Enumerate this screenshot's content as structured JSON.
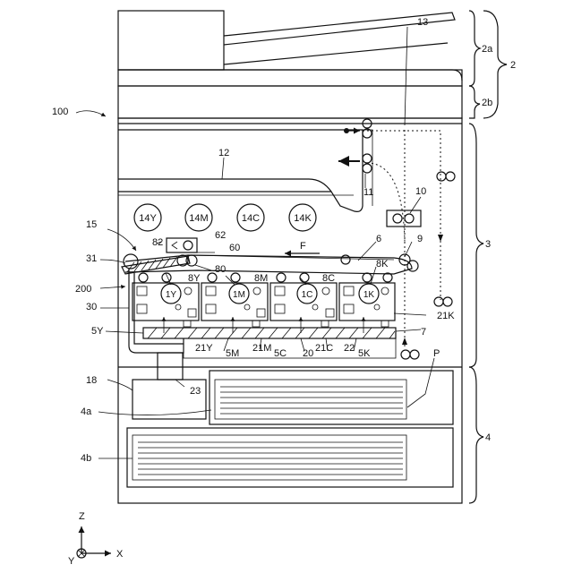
{
  "labels": {
    "l100": "100",
    "l2": "2",
    "l2a": "2a",
    "l2b": "2b",
    "l3": "3",
    "l4": "4",
    "l4a": "4a",
    "l4b": "4b",
    "l5Y": "5Y",
    "l5M": "5M",
    "l5C": "5C",
    "l5K": "5K",
    "l6": "6",
    "l7": "7",
    "l8Y": "8Y",
    "l8M": "8M",
    "l8C": "8C",
    "l8K": "8K",
    "l9": "9",
    "l10": "10",
    "l11": "11",
    "l12": "12",
    "l13": "13",
    "l15": "15",
    "l18": "18",
    "l20": "20",
    "l21Y": "21Y",
    "l21M": "21M",
    "l21C": "21C",
    "l21K": "21K",
    "l22": "22",
    "l23": "23",
    "l30": "30",
    "l31": "31",
    "l60": "60",
    "l62": "62",
    "l80": "80",
    "l82": "82",
    "l200": "200",
    "lF": "F",
    "lP": "P"
  },
  "toners": [
    "14Y",
    "14M",
    "14C",
    "14K"
  ],
  "drums": [
    "1Y",
    "1M",
    "1C",
    "1K"
  ],
  "axes": {
    "z": "Z",
    "x": "X",
    "y": "Y"
  }
}
